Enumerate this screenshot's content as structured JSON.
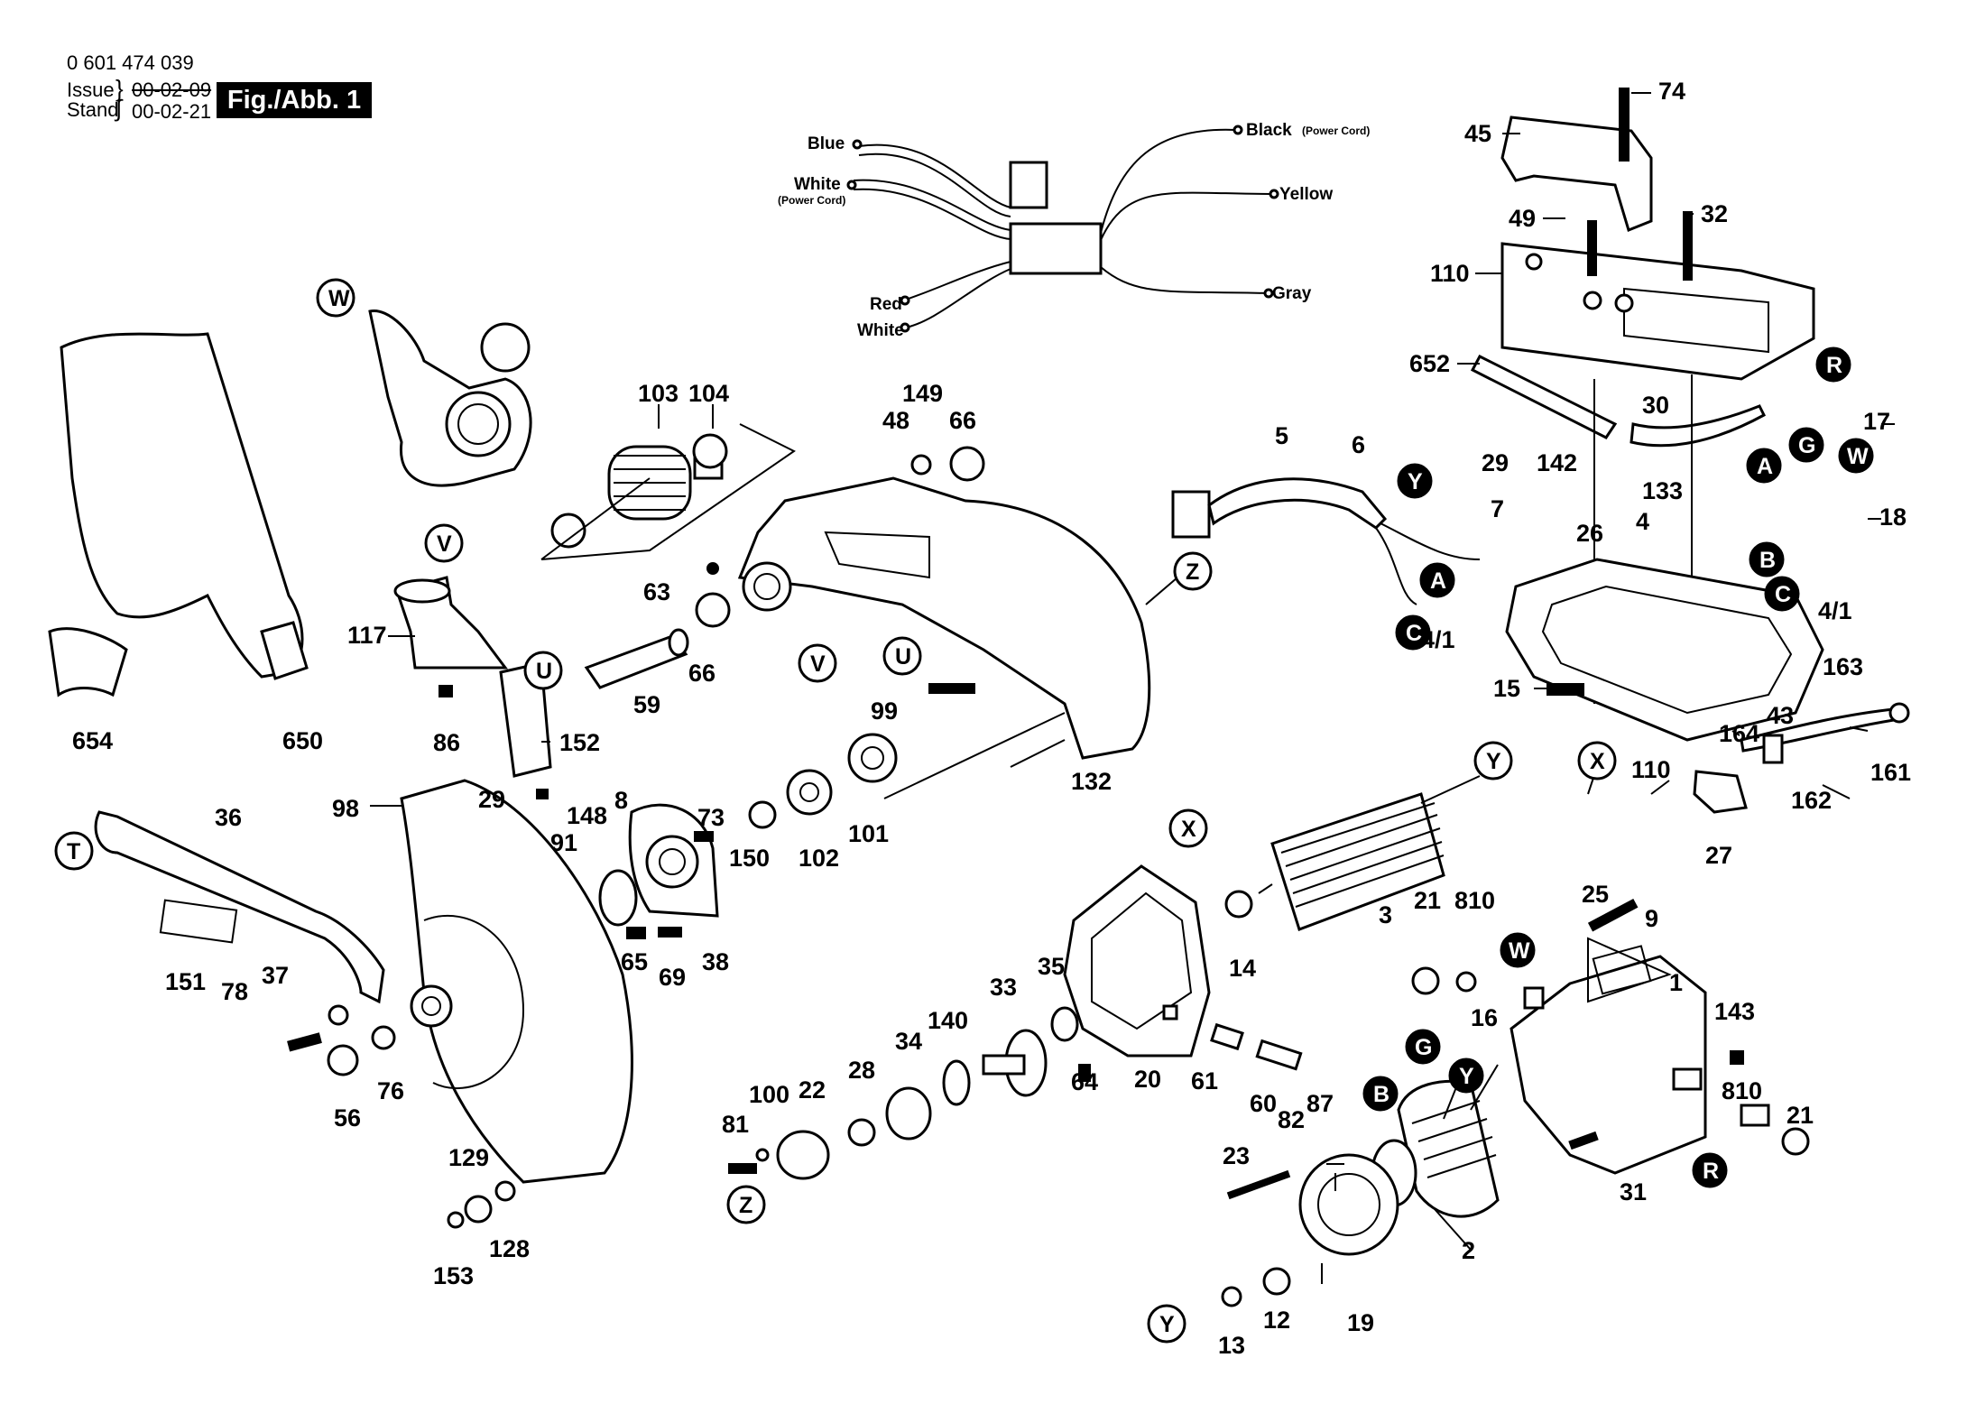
{
  "header": {
    "doc_number": "0 601 474 039",
    "issue_label": "Issue",
    "issue_date": "00-02-09",
    "stand_label": "Stand",
    "stand_date": "00-02-21",
    "fig_label": "Fig./Abb. 1"
  },
  "wires": {
    "blue": "Blue",
    "white_power": "White",
    "power_cord_1": "(Power Cord)",
    "black_power": "Black",
    "power_cord_2": "(Power Cord)",
    "yellow": "Yellow",
    "red": "Red",
    "white": "White",
    "gray": "Gray"
  },
  "parts": {
    "p74": "74",
    "p45": "45",
    "p49": "49",
    "p32": "32",
    "p110a": "110",
    "p652": "652",
    "p30": "30",
    "p17": "17",
    "p18": "18",
    "p5": "5",
    "p6": "6",
    "p29a": "29",
    "p142": "142",
    "p133": "133",
    "p7": "7",
    "p26": "26",
    "p4": "4",
    "p41a": "4/1",
    "p41b": "4/1",
    "p15": "15",
    "p110b": "110",
    "p163": "163",
    "p43": "43",
    "p164": "164",
    "p161": "161",
    "p162": "162",
    "p27": "27",
    "p103": "103",
    "p104": "104",
    "p149": "149",
    "p48": "48",
    "p66a": "66",
    "p63": "63",
    "p66b": "66",
    "p59": "59",
    "p132": "132",
    "p99": "99",
    "p101": "101",
    "p102": "102",
    "p150": "150",
    "p73": "73",
    "p148": "148",
    "p8": "8",
    "p91": "91",
    "p65": "65",
    "p69": "69",
    "p38": "38",
    "p117": "117",
    "p86": "86",
    "p152": "152",
    "p29b": "29",
    "p654": "654",
    "p650": "650",
    "p36": "36",
    "p151": "151",
    "p37": "37",
    "p78": "78",
    "p56": "56",
    "p76": "76",
    "p98": "98",
    "p129": "129",
    "p128": "128",
    "p153": "153",
    "p3": "3",
    "p14": "14",
    "p20": "20",
    "p35": "35",
    "p64": "64",
    "p33": "33",
    "p61": "61",
    "p60": "60",
    "p140": "140",
    "p34": "34",
    "p28": "28",
    "p22": "22",
    "p100": "100",
    "p81": "81",
    "p21a": "21",
    "p810a": "810",
    "p25": "25",
    "p9": "9",
    "p1": "1",
    "p16": "16",
    "p143": "143",
    "p810b": "810",
    "p21b": "21",
    "p31": "31",
    "p87": "87",
    "p82": "82",
    "p23": "23",
    "p2": "2",
    "p19": "19",
    "p12": "12",
    "p13": "13"
  },
  "refs": {
    "W": "W",
    "V": "V",
    "U": "U",
    "T": "T",
    "Z": "Z",
    "X": "X",
    "Y": "Y",
    "A": "A",
    "B": "B",
    "C": "C",
    "G": "G",
    "R": "R"
  }
}
